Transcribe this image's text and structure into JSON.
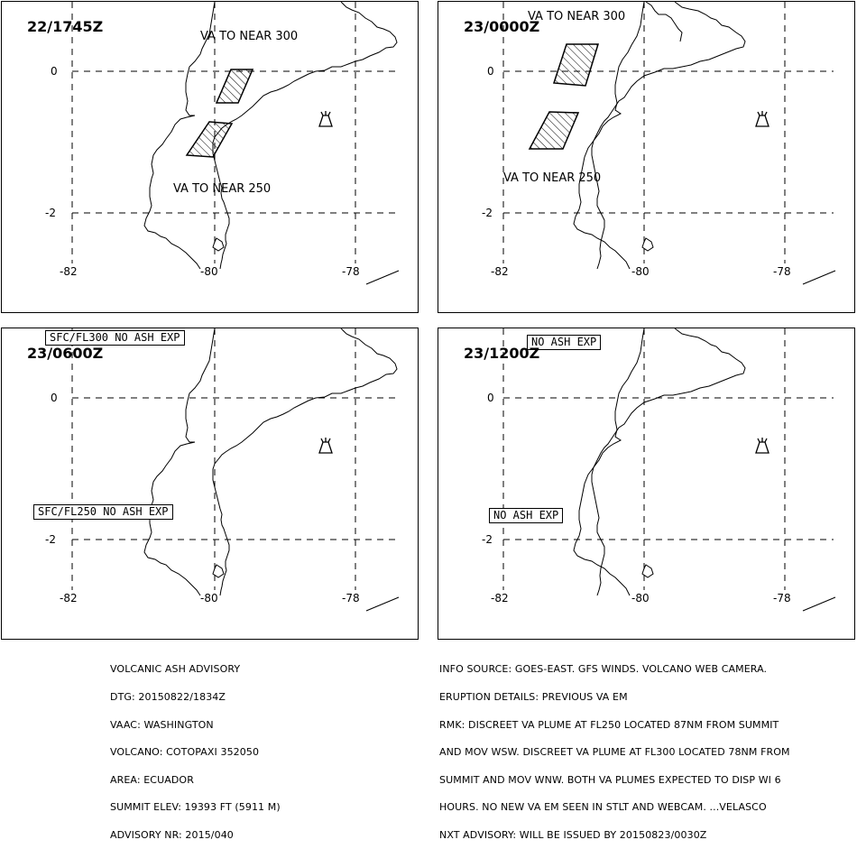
{
  "panels": [
    {
      "time": "22/1745Z",
      "labels": [
        "VA TO NEAR 300",
        "VA TO NEAR 250"
      ],
      "boxes": []
    },
    {
      "time": "23/0000Z",
      "labels": [
        "VA TO NEAR 300",
        "VA TO NEAR 250"
      ],
      "boxes": []
    },
    {
      "time": "23/0600Z",
      "labels": [],
      "boxes": [
        "SFC/FL300 NO ASH EXP",
        "SFC/FL250 NO ASH EXP"
      ]
    },
    {
      "time": "23/1200Z",
      "labels": [],
      "boxes": [
        "NO ASH EXP",
        "NO ASH EXP"
      ]
    }
  ],
  "ticks": {
    "lat_top": "0",
    "lat_bottom": "-2",
    "lon_left": "-82",
    "lon_mid": "-80",
    "lon_right": "-78"
  },
  "advisory_left": [
    "VOLCANIC ASH ADVISORY",
    "DTG: 20150822/1834Z",
    "VAAC: WASHINGTON",
    "VOLCANO: COTOPAXI 352050",
    "AREA: ECUADOR",
    "SUMMIT ELEV: 19393 FT (5911 M)",
    "ADVISORY NR: 2015/040"
  ],
  "advisory_right": [
    "INFO SOURCE: GOES-EAST. GFS WINDS. VOLCANO WEB CAMERA.",
    "ERUPTION DETAILS: PREVIOUS VA EM",
    "RMK: DISCREET VA PLUME AT FL250 LOCATED 87NM FROM SUMMIT",
    "AND MOV WSW. DISCREET VA PLUME AT FL300 LOCATED 78NM FROM",
    "SUMMIT AND MOV WNW. BOTH VA PLUMES EXPECTED TO DISP WI 6",
    "HOURS. NO NEW VA EM SEEN IN STLT AND WEBCAM. ...VELASCO",
    "NXT ADVISORY: WILL BE ISSUED BY 20150823/0030Z"
  ]
}
